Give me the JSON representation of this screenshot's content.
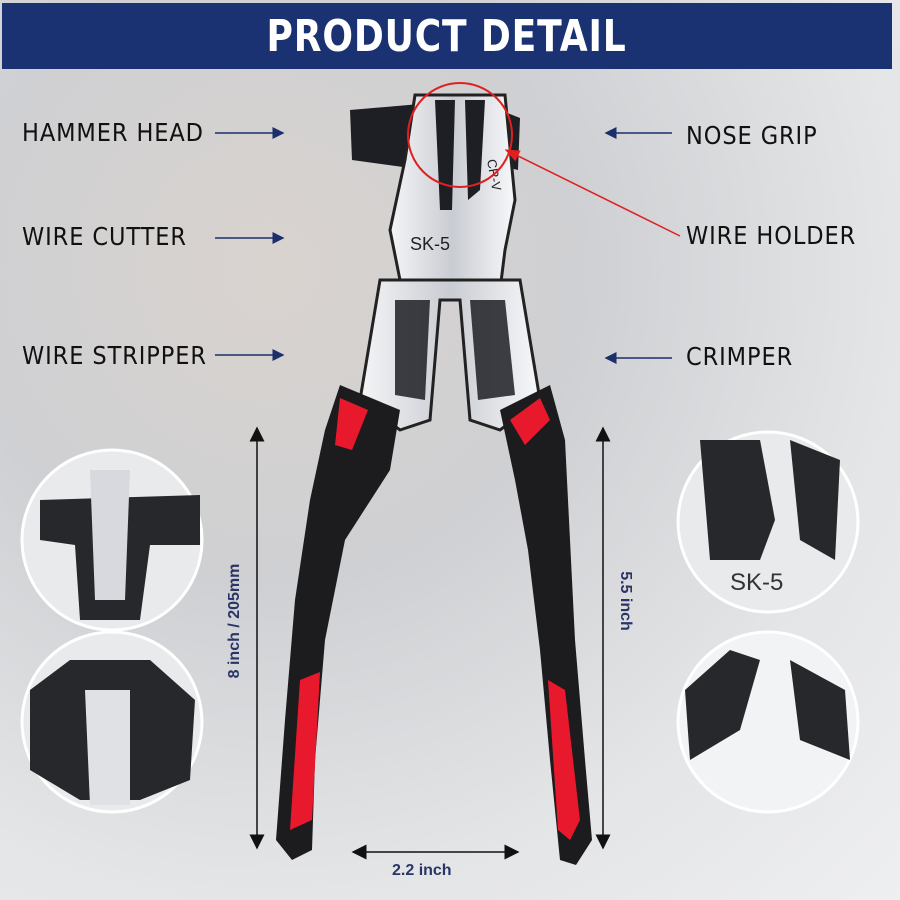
{
  "banner": {
    "title": "PRODUCT DETAIL",
    "color": "#1b3272"
  },
  "labels": {
    "hammer_head": "HAMMER HEAD",
    "wire_cutter": "WIRE CUTTER",
    "wire_stripper": "WIRE STRIPPER",
    "nose_grip": "NOSE GRIP",
    "wire_holder": "WIRE HOLDER",
    "crimper": "CRIMPER"
  },
  "dimensions": {
    "length": "8 inch / 205mm",
    "handle_length": "5.5 inch",
    "handle_spread": "2.2 inch"
  },
  "product_markings": {
    "steel": "CR-V",
    "brand": "SK-5"
  },
  "colors": {
    "handle": "#1c1c1e",
    "handle_accent": "#e8192c",
    "highlight": "#e02020",
    "arrow": "#1b2f6b"
  }
}
